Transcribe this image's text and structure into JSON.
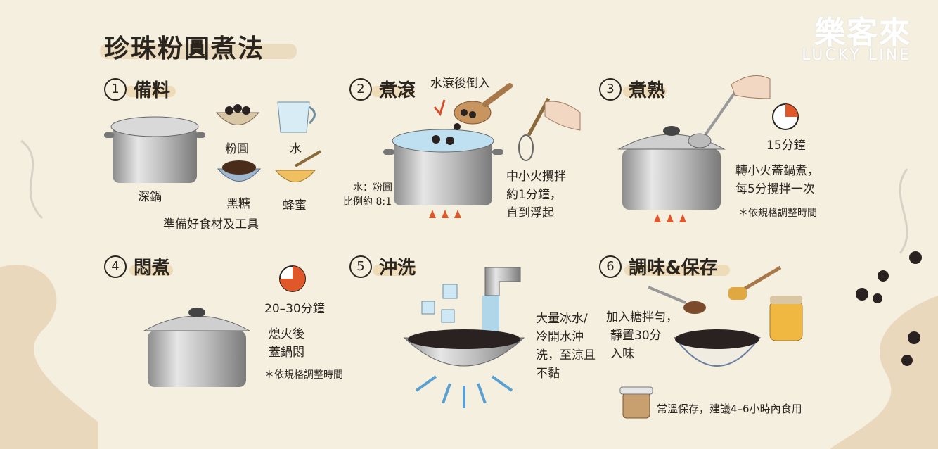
{
  "title": "珍珠粉圓煮法",
  "logo": {
    "cn": "樂客來",
    "en": "LUCKY LINE"
  },
  "steps": [
    {
      "num": "1",
      "title": "備料",
      "pot": "深鍋",
      "pearls": "粉圓",
      "water": "水",
      "sugar": "黑糖",
      "honey": "蜂蜜",
      "caption": "準備好食材及工具"
    },
    {
      "num": "2",
      "title": "煮滾",
      "pour": "水滾後倒入",
      "ratio_line1": "水：粉圓",
      "ratio_line2": "比例約 8:1",
      "desc_line1": "中小火攪拌",
      "desc_line2": "約1分鐘，",
      "desc_line3": "直到浮起"
    },
    {
      "num": "3",
      "title": "煮熟",
      "timer": "15分鐘",
      "desc_line1": "轉小火蓋鍋煮，",
      "desc_line2": "每5分攪拌一次",
      "note": "＊依規格調整時間"
    },
    {
      "num": "4",
      "title": "悶煮",
      "timer": "20–30分鐘",
      "desc_line1": "熄火後",
      "desc_line2": "蓋鍋悶",
      "note": "＊依規格調整時間"
    },
    {
      "num": "5",
      "title": "沖洗",
      "desc_line1": "大量冰水/",
      "desc_line2": "冷開水沖",
      "desc_line3": "洗，至涼且",
      "desc_line4": "不黏"
    },
    {
      "num": "6",
      "title": "調味&保存",
      "desc_line1": "加入糖拌勻，",
      "desc_line2": "靜置30分",
      "desc_line3": "入味",
      "storage": "常溫保存，建議4–6小時內食用"
    }
  ],
  "colors": {
    "background": "#f5efe0",
    "highlight": "#ecd7b0",
    "ink": "#2b2520",
    "flame": "#e0582a"
  }
}
